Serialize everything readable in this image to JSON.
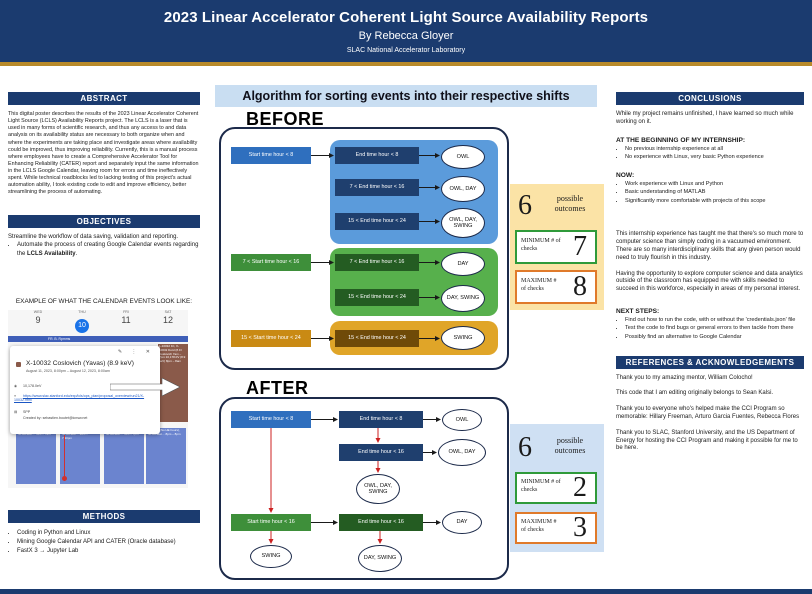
{
  "header": {
    "title": "2023 Linear Accelerator Coherent Light Source Availability Reports",
    "author": "By Rebecca Gloyer",
    "org": "SLAC National Accelerator Laboratory"
  },
  "abstract": {
    "heading": "ABSTRACT",
    "text": "This digital poster describes the results of the 2023 Linear Accelerator Coherent Light Source (LCLS) Availability Reports project. The LCLS is a laser that is used in many forms of scientific research, and thus any access to and data analysis on its availability status are necessary to both organize when and where the experiments are taking place and investigate areas where availability could be improved, thus improving reliability. Currently, this is a manual process where employees have to create a Comprehensive Accelerator Tool for Enhancing Reliability (CATER) report and separately input the same information in the LCLS Google Calendar, leaving room for errors and time ineffectively spent. While technical roadblocks led to lacking testing of this project's actual automation ability, I took existing code to edit and improve efficiency, better streamlining the process of automating."
  },
  "objectives": {
    "heading": "OBJECTIVES",
    "intro": "Streamline the workflow of data saving, validation and reporting.",
    "bullet_prefix": "Automate the process of creating Google Calendar events regarding the ",
    "bullet_bold": "LCLS Availability",
    "bullet_suffix": "."
  },
  "calendar": {
    "caption": "EXAMPLE OF WHAT THE CALENDAR EVENTS LOOK LIKE:",
    "days": [
      {
        "dow": "WED",
        "num": "9"
      },
      {
        "dow": "THU",
        "num": "10"
      },
      {
        "dow": "FRI",
        "num": "11"
      },
      {
        "dow": "SAT",
        "num": "12"
      }
    ],
    "band_text": "FR. B. Rpmms",
    "popup_tools": "✎ ⋮ ✕",
    "event_title": "X-10032 Coslovich (Yavas) (8.9 keV)",
    "event_date": "August 11, 2023, 8:00pm – August 12, 2023, 8:00am",
    "event_energy": "10,178.0eV",
    "event_link": "https://www.slac.stanford.edu/exp/lcls/ops_plan/proposal_overview/run21/X-10032.html",
    "event_spp": "SPP",
    "event_creator": "Created by: sebastien.boutet@lcnsw.net",
    "right_event": "L-10032 Fri, X-10032 Dotd (8.9 I Coslovich 7am – 7pm 10,178.0V (8.9 keV) 8pm – 8am",
    "lower_events": [
      "Standby (No HE hours), no accelat… 7am – 7am",
      "Standby (No HE hours), no accelat… 9am – 7:30pm",
      "Standby (No HE hours), no accelat… 7am – 7pm",
      "Standby (No HE hours), no accelat… 8pm – 8pm"
    ]
  },
  "methods": {
    "heading": "METHODS",
    "items": [
      "Coding in Python and Linux",
      "Mining Google Calendar API and CATER (Oracle database)",
      "FastX 3 → Jupyter Lab"
    ]
  },
  "algorithm": {
    "banner": "Algorithm for sorting events into their respective shifts",
    "before_label": "BEFORE",
    "after_label": "AFTER",
    "before": {
      "start_lt8": "Start time hour < 8",
      "end_lt8": "End time hour < 8",
      "end_7_16": "7 < End time hour < 16",
      "end_15_24": "15 < End time hour < 24",
      "out_owl": "OWL",
      "out_owl_day": "OWL, DAY",
      "out_owl_day_swing": "OWL, DAY, SWING",
      "start_7_16": "7 < Start time hour < 16",
      "g_end_7_16": "7 < End time hour < 16",
      "g_end_15_24": "15 < End time hour < 24",
      "out_day": "DAY",
      "out_day_swing": "DAY, SWING",
      "start_15_24": "15 < Start time hour < 24",
      "y_end_15_24": "15 < End time hour < 24",
      "out_swing": "SWING"
    },
    "after": {
      "start_lt8": "Start time hour < 8",
      "end_lt8": "End time hour < 8",
      "end_lt16": "End time hour < 16",
      "out_owl": "OWL",
      "out_owl_day": "OWL, DAY",
      "out_owl_day_swing": "OWL, DAY, SWING",
      "start_lt16": "Start time hour < 16",
      "end_lt16_b": "End time hour < 16",
      "out_day": "DAY",
      "out_swing": "SWING",
      "out_day_swing": "DAY, SWING"
    }
  },
  "outcomes_before": {
    "count": "6",
    "label": "possible outcomes",
    "min_label": "MINIMUM # of checks",
    "min_value": "7",
    "max_label": "MAXIMUM # of checks",
    "max_value": "8"
  },
  "outcomes_after": {
    "count": "6",
    "label": "possible outcomes",
    "min_label": "MINIMUM # of checks",
    "min_value": "2",
    "max_label": "MAXIMUM # of checks",
    "max_value": "3"
  },
  "conclusions": {
    "heading": "CONCLUSIONS",
    "intro": "While my project remains unfinished, I have learned so much while working on it.",
    "begin_heading": "AT THE BEGINNING OF MY INTERNSHIP:",
    "begin_items": [
      "No previous internship experience at all",
      "No experience with Linux, very basic Python experience"
    ],
    "now_heading": "NOW:",
    "now_items": [
      "Work experience with Linux and Python",
      "Basic understanding of MATLAB",
      "Significantly more comfortable with projects of this scope"
    ],
    "para1": "This internship experience has taught me that there's so much more to computer science than simply coding in a vacuumed environment. There are so many interdisciplinary skills that any given person would need to truly flourish in this industry.",
    "para2": "Having the opportunity to explore computer science and data analytics outside of the classroom has equipped me with skills needed to succeed in this workforce, especially in areas of my personal interest.",
    "next_heading": "NEXT STEPS:",
    "next_items": [
      "Find out how to run the code, with or without the 'credentials.json' file",
      "Test the code to find bugs or general errors to then tackle from there",
      "Possibly find an alternative to Google Calendar"
    ]
  },
  "references": {
    "heading": "REFERENCES & ACKNOWLEDGEMENTS",
    "items": [
      "Thank you to my amazing mentor, William Colocho!",
      "This code that I am editing originally belongs to Sean Kalsi.",
      "Thank you to everyone who's helped make the CCI Program so memorable: Hillary Freeman, Arturo Garcia Fuentes, Rebecca Flores",
      "Thank you to SLAC, Stanford University, and the US Department of Energy for hosting the CCI Program and making it possible for me to be here."
    ]
  },
  "colors": {
    "navy": "#1b3b6f",
    "accent_gold": "#b88a2a",
    "banner_blue": "#c9def2",
    "min_border": "#2f9a3a",
    "max_border": "#e07a2a",
    "panel_before": "#fbe3a6",
    "panel_after": "#cfe0f3",
    "after_arrow": "#cc2020"
  }
}
